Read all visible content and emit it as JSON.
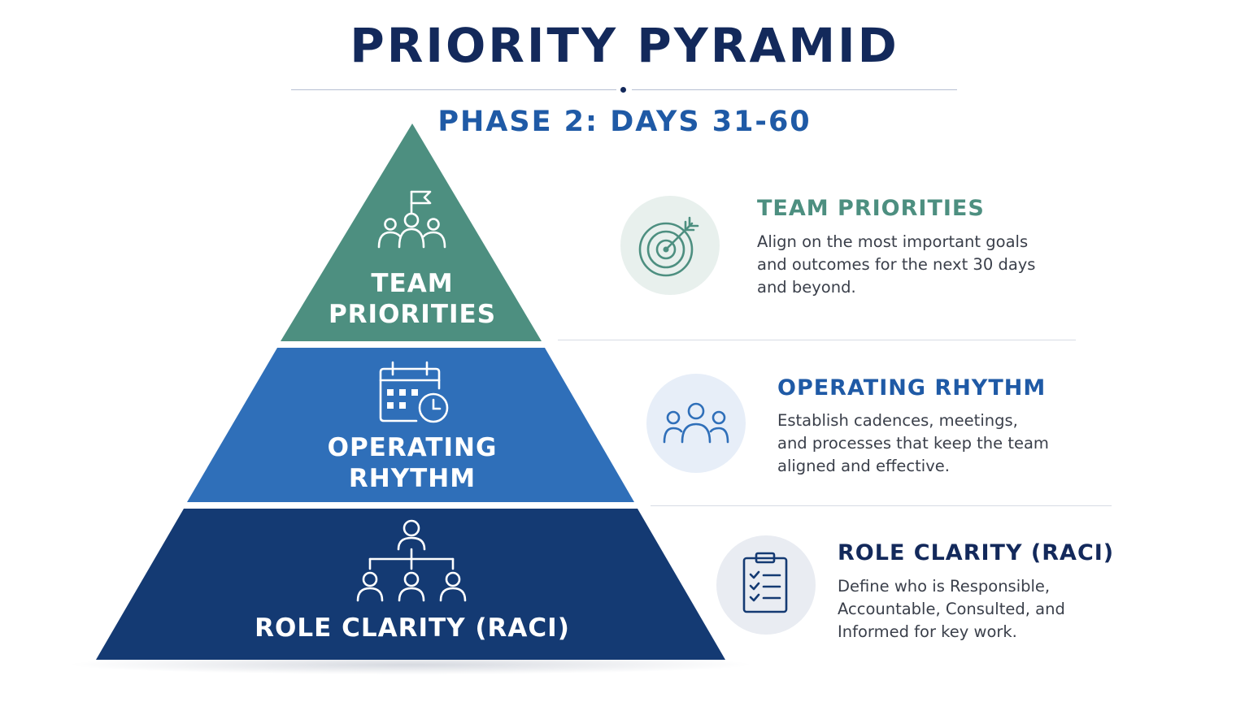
{
  "title": "PRIORITY PYRAMID",
  "subtitle": "PHASE 2: DAYS 31-60",
  "colors": {
    "navy": "#13295b",
    "blue": "#1f5aa6",
    "teal": "#4d8f80",
    "tier_top": "#4d8f80",
    "tier_middle": "#2f6fb9",
    "tier_bottom": "#143a73"
  },
  "pyramid": {
    "tiers": [
      {
        "line1": "TEAM",
        "line2": "PRIORITIES",
        "icon": "team-flag-icon"
      },
      {
        "line1": "OPERATING",
        "line2": "RHYTHM",
        "icon": "calendar-clock-icon"
      },
      {
        "line1": "ROLE CLARITY (RACI)",
        "icon": "org-chart-icon"
      }
    ]
  },
  "items": [
    {
      "title": "TEAM PRIORITIES",
      "icon": "target-icon",
      "desc": [
        "Align on the most important goals",
        "and outcomes for the next 30 days",
        "and beyond."
      ]
    },
    {
      "title": "OPERATING RHYTHM",
      "icon": "team-icon",
      "desc": [
        "Establish cadences, meetings,",
        "and processes that keep the team",
        "aligned and effective."
      ]
    },
    {
      "title": "ROLE CLARITY (RACI)",
      "icon": "clipboard-checklist-icon",
      "desc": [
        "Define who is Responsible,",
        "Accountable, Consulted, and",
        "Informed for key work."
      ]
    }
  ]
}
